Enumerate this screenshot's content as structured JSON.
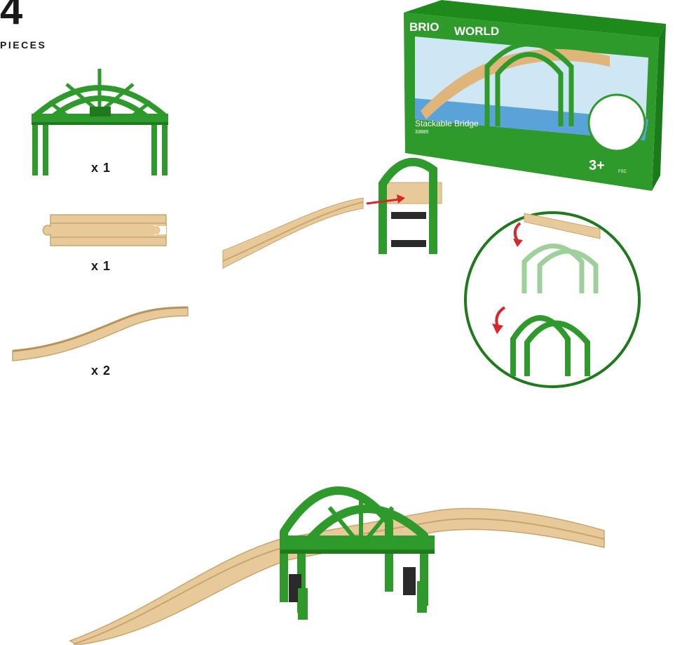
{
  "header": {
    "count": "4",
    "label": "PIECES"
  },
  "parts": [
    {
      "name": "arch bridge",
      "qty": "x 1"
    },
    {
      "name": "straight track",
      "qty": "x 1"
    },
    {
      "name": "ramp track",
      "qty": "x 2"
    }
  ],
  "box": {
    "brand": "BRIO",
    "world": "WORLD",
    "product": "Stackable Bridge",
    "code": "33885",
    "age": "3+",
    "fsc": "FSC"
  },
  "colors": {
    "green": "#2e9a2b",
    "green_dark": "#1f7a1e",
    "wood": "#e7c99a",
    "wood_dark": "#c9a56c",
    "red_arrow": "#d6282c"
  }
}
